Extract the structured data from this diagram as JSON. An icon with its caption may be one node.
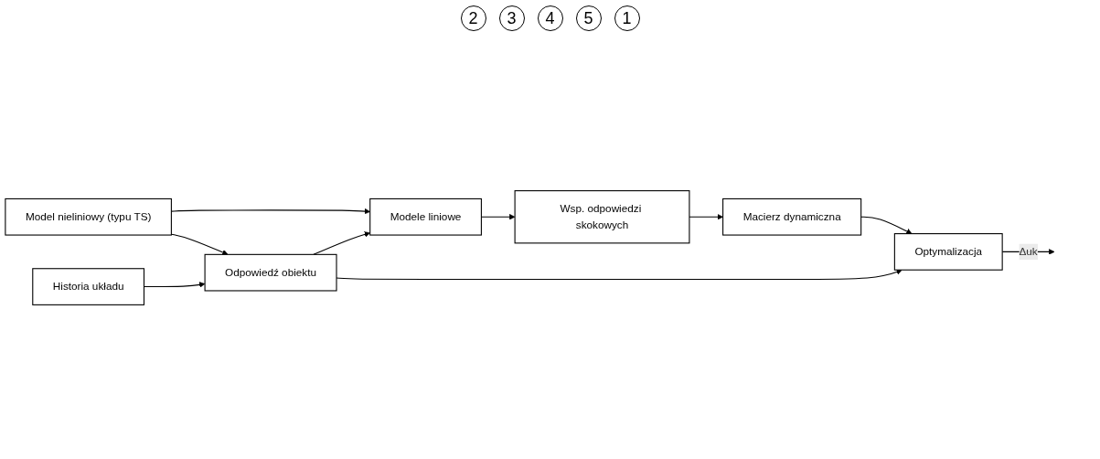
{
  "diagram": {
    "nodes": [
      {
        "text": [
          "Modele liniowe"
        ]
      },
      {
        "text": [
          "Wsp. odpowiedzi skokowych"
        ]
      },
      {
        "text": [
          "Macierz dynamiczna"
        ]
      },
      {
        "text": [
          "Optymalizacja"
        ]
      },
      {
        "text": [
          "Model nieliniowy (typu TS)"
        ]
      },
      {
        "text": [
          "Odpowiedź obiektu"
        ]
      },
      {
        "text": [
          "Historia układu"
        ]
      }
    ],
    "edges": [
      {
        "from": 0,
        "to": 1,
        "arrow": "to"
      },
      {
        "from": 1,
        "to": 2,
        "arrow": "to"
      },
      {
        "from": 2,
        "to": 3,
        "arrow": "to"
      },
      {
        "from": 3,
        "to": null,
        "arrow": "to",
        "label": "Δuk"
      },
      {
        "from": 4,
        "to": 0,
        "arrow": "to"
      },
      {
        "from": 5,
        "to": 0,
        "arrow": "to"
      },
      {
        "from": 4,
        "to": 5,
        "arrow": "to"
      },
      {
        "from": 5,
        "to": 3,
        "arrow": "to"
      },
      {
        "from": 6,
        "to": 5,
        "arrow": "to"
      }
    ],
    "labels": [
      "2",
      "3",
      "4",
      "5",
      "1"
    ]
  }
}
